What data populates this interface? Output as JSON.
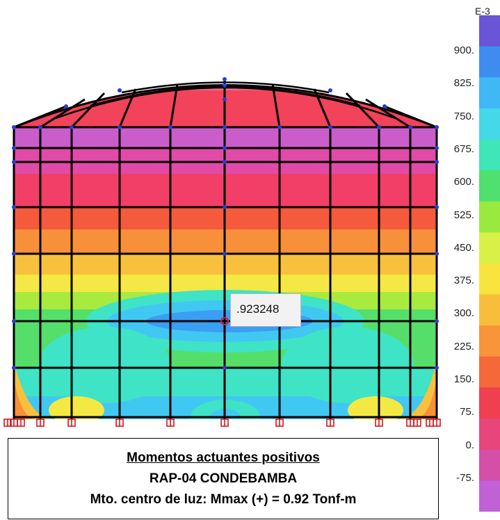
{
  "value_label": ".923248",
  "scale": {
    "exponent": "E-3",
    "ticks": [
      "900.",
      "825.",
      "750.",
      "675.",
      "600.",
      "525.",
      "450.",
      "375.",
      "300.",
      "225.",
      "150.",
      "75.",
      "0.",
      "-75."
    ],
    "colors": [
      "#6a54d8",
      "#3e8cf0",
      "#3fb8f5",
      "#44d8e8",
      "#3fe6b8",
      "#4fe070",
      "#9ae93e",
      "#d9f047",
      "#f8e43c",
      "#f9bd3c",
      "#f8943a",
      "#f5683a",
      "#f03f50",
      "#e8457c",
      "#d54fa8",
      "#c161d8"
    ]
  },
  "caption": {
    "line1": "Momentos actuantes positivos",
    "line2": "RAP-04 CONDEBAMBA",
    "line3": "Mto. centro de luz: Mmax (+) = 0.92 Tonf-m"
  },
  "bands": [
    {
      "color": "#c95dc9"
    },
    {
      "color": "#e24aa8"
    },
    {
      "color": "#f23f68"
    },
    {
      "color": "#f55a3c"
    },
    {
      "color": "#f8903a"
    },
    {
      "color": "#f8c03c"
    },
    {
      "color": "#f4e844"
    },
    {
      "color": "#a9ea3e"
    },
    {
      "color": "#55df6a"
    },
    {
      "color": "#3fe3c6"
    },
    {
      "color": "#41c8f2"
    }
  ]
}
